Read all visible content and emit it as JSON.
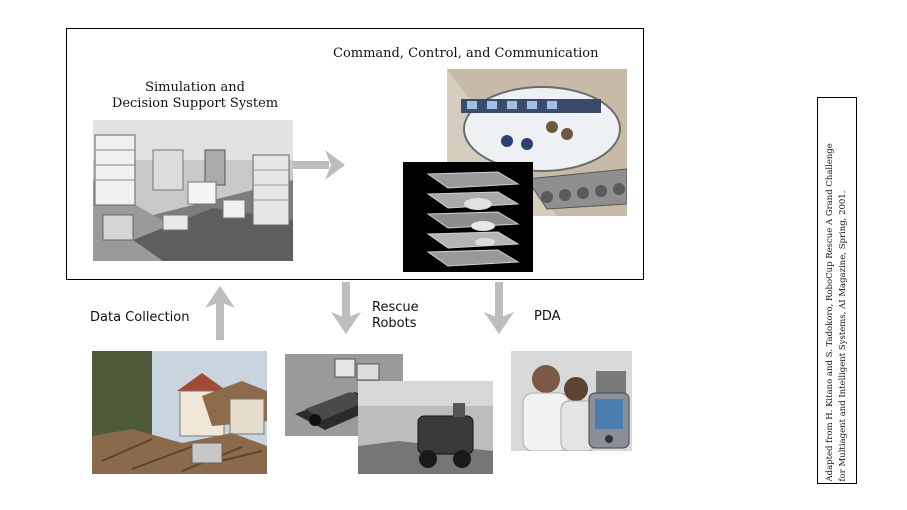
{
  "labels": {
    "simulation": [
      "Simulation and",
      "Decision Support System"
    ],
    "c3": "Command, Control, and Communication",
    "data_collection": "Data Collection",
    "rescue_robots": [
      "Rescue",
      "Robots"
    ],
    "pda": "PDA"
  },
  "credit": [
    "Adapted from H. Kitano and  S. Tadokoro, RoboCup Rescue A Grand Challenge",
    "for Multiagent and Intelligent Systems, AI Magazine, Spring, 2001."
  ],
  "colors": {
    "arrow": "#bdbdbd",
    "border": "#000000"
  }
}
